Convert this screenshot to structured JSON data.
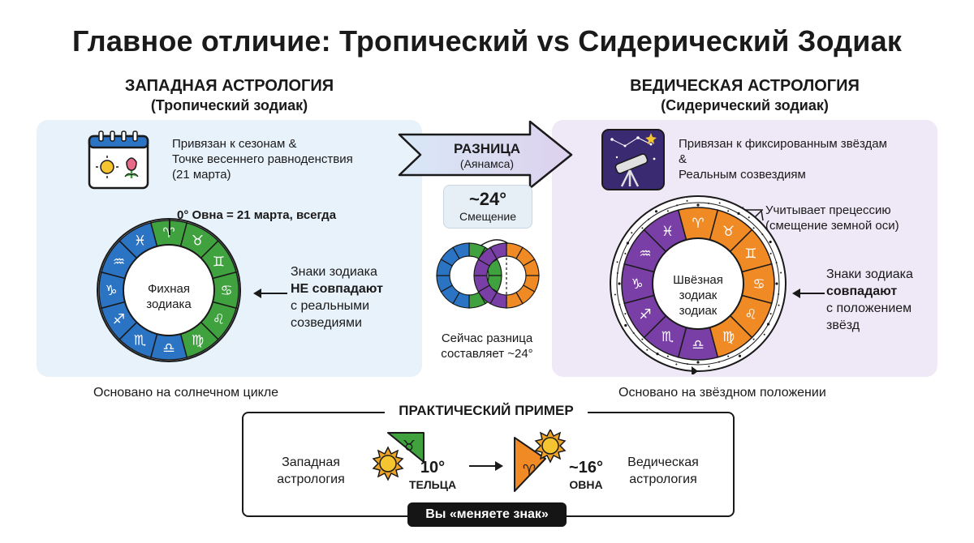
{
  "title": "Главное отличие: Тропический vs Сидерический Зодиак",
  "left": {
    "heading": "ЗАПАДНАЯ АСТРОЛОГИЯ",
    "subheading": "(Тропический зодиак)",
    "icon_text": "Привязан к сезонам &\nТочке весеннего равноденствия\n(21 марта)",
    "wheel_label": "0° Овна = 21 марта, всегда",
    "wheel_center": "Фихная\nзодиака",
    "note_line1": "Знаки зодиака",
    "note_line2": "НЕ совпадают",
    "note_line3": "с реальными\nсозведиями",
    "footer": "Основано на солнечном цикле",
    "signs": [
      "♈",
      "♉",
      "♊",
      "♋",
      "♌",
      "♍",
      "♎",
      "♏",
      "♐",
      "♑",
      "♒",
      "♓"
    ],
    "colors": {
      "blue": "#2b73c3",
      "green": "#3fa23f"
    }
  },
  "middle": {
    "arrow_title": "РАЗНИЦА",
    "arrow_sub": "(Аянамса)",
    "shift_value": "~24°",
    "shift_label": "Смещение",
    "note": "Сейчас разница\nсоставляет ~24°"
  },
  "right": {
    "heading": "ВЕДИЧЕСКАЯ АСТРОЛОГИЯ",
    "subheading": "(Сидерический зодиак)",
    "icon_text": "Привязан к фиксированным звёздам\n&\nРеальным созвездиям",
    "precession": "Учитывает прецессию\n(смещение земной оси)",
    "wheel_center": "Швёзная\nзодиак\nзодиак",
    "note_line1": "Знаки зодиака",
    "note_line2": "совпадают",
    "note_line3": "с положением\nзвёзд",
    "footer": "Основано на звёздном положении",
    "colors": {
      "orange": "#f08a24",
      "purple": "#7a3fa6"
    }
  },
  "example": {
    "title": "ПРАКТИЧЕСКИЙ ПРИМЕР",
    "left_label": "Западная\nастрология",
    "left_value": "10°",
    "left_sign": "ТЕЛЬЦА",
    "right_value": "~16°",
    "right_sign": "ОВНА",
    "right_label": "Ведическая\nастрология",
    "badge": "Вы «меняете знак»"
  }
}
